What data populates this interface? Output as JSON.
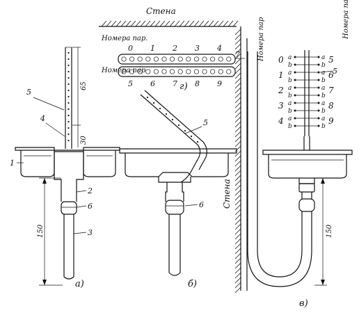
{
  "labels": {
    "wall_top": "Стена",
    "wall_side": "Стена",
    "pair_numbers_top": "Номера пар.",
    "pair_numbers_bottom": "Номера пар",
    "pair_numbers_v_left": "Номера пар",
    "pair_numbers_v_right": "Номера пар",
    "sub_a": "а)",
    "sub_b": "б)",
    "sub_g": "г)",
    "sub_v": "в)"
  },
  "dimensions": {
    "d65": "65",
    "d30": "30",
    "d150_a": "150",
    "d150_v": "150"
  },
  "callouts": {
    "n1": "1",
    "n2": "2",
    "n3": "3",
    "n4": "4",
    "n5_a": "5",
    "n6_a": "6",
    "n5_b": "5",
    "n6_b": "6",
    "n7": "7",
    "n5_v": "5"
  },
  "panel_g": {
    "top_numbers": [
      "0",
      "1",
      "2",
      "3",
      "4"
    ],
    "bottom_numbers": [
      "5",
      "6",
      "7",
      "8",
      "9"
    ]
  },
  "panel_v": {
    "left_numbers": [
      "0",
      "1",
      "2",
      "3",
      "4"
    ],
    "right_numbers": [
      "5",
      "6",
      "7",
      "8",
      "9"
    ],
    "letter_a": "а",
    "letter_b": "b"
  }
}
